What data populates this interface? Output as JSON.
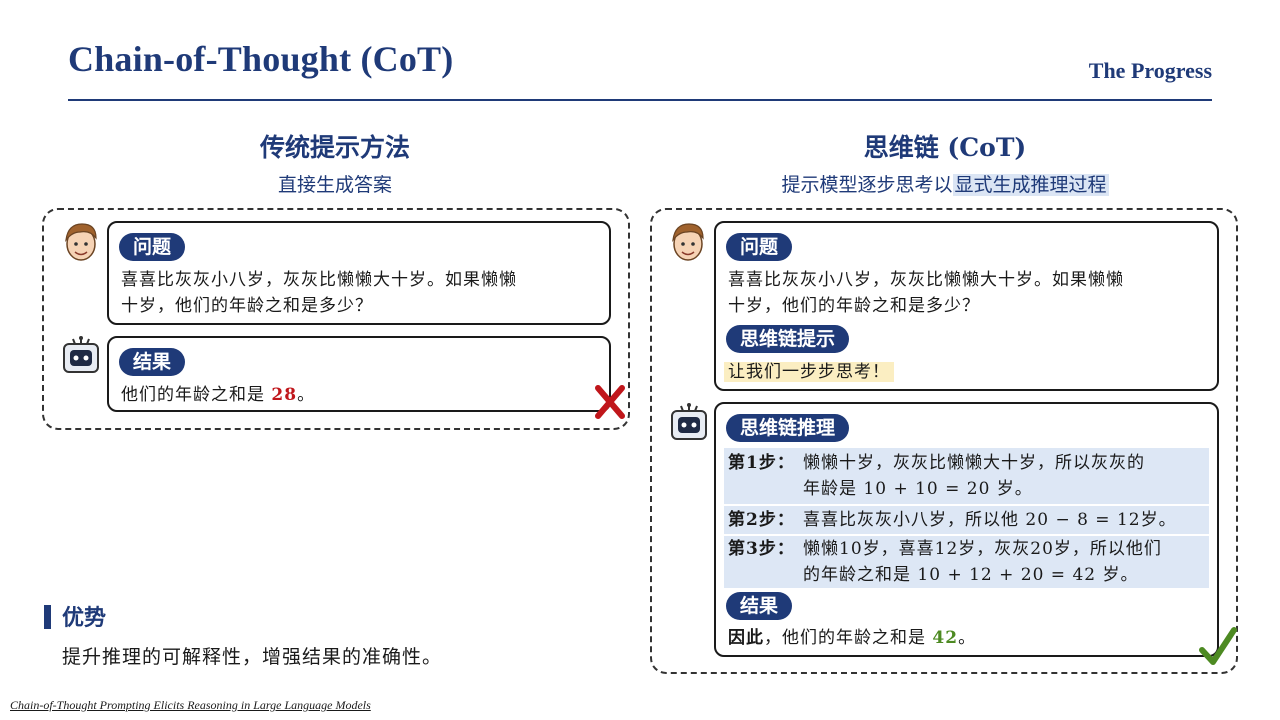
{
  "header": {
    "title": "Chain-of-Thought (CoT)",
    "subtitle": "The Progress"
  },
  "left": {
    "heading": "传统提示方法",
    "sub": "直接生成答案",
    "question_label": "问题",
    "question_line1": "喜喜比灰灰小八岁，灰灰比懒懒大十岁。如果懒懒",
    "question_line2": "十岁，他们的年龄之和是多少？",
    "result_label": "结果",
    "result_prefix": "他们的年龄之和是 ",
    "result_value": "28",
    "result_suffix": "。",
    "verdict_icon": "cross-mark-icon"
  },
  "right": {
    "heading": "思维链 (CoT)",
    "sub_plain": "提示模型逐步思考以",
    "sub_highlight": "显式生成推理过程",
    "question_label": "问题",
    "question_line1": "喜喜比灰灰小八岁，灰灰比懒懒大十岁。如果懒懒",
    "question_line2": "十岁，他们的年龄之和是多少？",
    "prompt_label": "思维链提示",
    "prompt_text": "让我们一步步思考！",
    "reasoning_label": "思维链推理",
    "steps": [
      {
        "label": "第1步：",
        "line1": "懒懒十岁，灰灰比懒懒大十岁，所以灰灰的",
        "line2": "年龄是 10 + 10 = 20 岁。"
      },
      {
        "label": "第2步：",
        "line1": "喜喜比灰灰小八岁，所以他 20 − 8 = 12岁。",
        "line2": ""
      },
      {
        "label": "第3步：",
        "line1": "懒懒10岁，喜喜12岁，灰灰20岁，所以他们",
        "line2": "的年龄之和是 10 + 12 + 20 = 42 岁。"
      }
    ],
    "result_label": "结果",
    "result_prefix": "因此",
    "result_mid": "，他们的年龄之和是 ",
    "result_value": "42",
    "result_suffix": "。",
    "verdict_icon": "check-mark-icon"
  },
  "advantage": {
    "title": "优势",
    "text": "提升推理的可解释性，增强结果的准确性。"
  },
  "footnote": "Chain-of-Thought Prompting Elicits Reasoning in Large Language Models",
  "colors": {
    "navy": "#1f3a78",
    "wrong_red": "#c0161b",
    "correct_green": "#4d8a22",
    "step_band": "#dde7f5",
    "prompt_highlight": "#fbeec2"
  }
}
